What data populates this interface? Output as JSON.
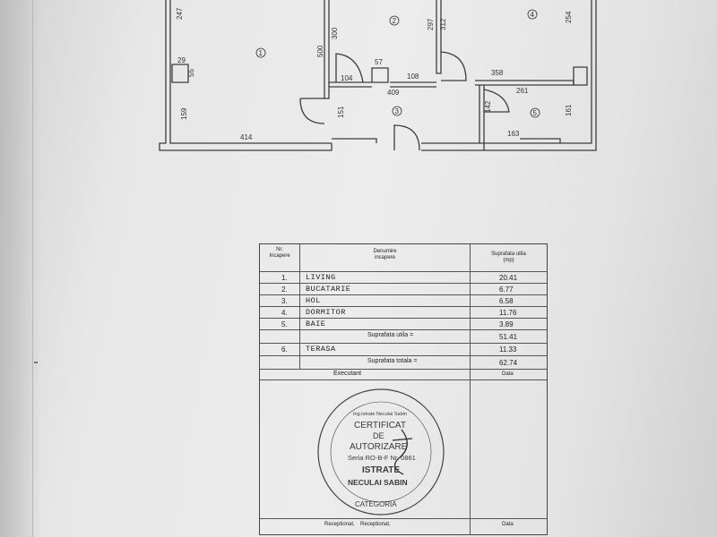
{
  "plan": {
    "dimensions": {
      "d247": "247",
      "d300": "300",
      "d297": "297",
      "d312": "312",
      "d254": "254",
      "d500": "500",
      "d57": "57",
      "d29": "29",
      "d55": "55",
      "d104": "104",
      "d108": "108",
      "d358": "358",
      "d409": "409",
      "d261": "261",
      "d159": "159",
      "d151": "151",
      "d142": "142",
      "d161": "161",
      "d414": "414",
      "d163": "163"
    },
    "room_numbers": {
      "r1": "1",
      "r2": "2",
      "r3": "3",
      "r4": "4",
      "r5": "5"
    }
  },
  "table": {
    "header": {
      "col1_line1": "Nr.",
      "col1_line2": "Incapere",
      "col2_line1": "Denumire",
      "col2_line2": "incapere",
      "col3_line1": "Suprafata utila",
      "col3_line2": "(mp)"
    },
    "rooms": [
      {
        "nr": "1.",
        "name": "LIVING",
        "area": "20.41"
      },
      {
        "nr": "2.",
        "name": "BUCATARIE",
        "area": "6.77"
      },
      {
        "nr": "3.",
        "name": "HOL",
        "area": "6.58"
      },
      {
        "nr": "4.",
        "name": "DORMITOR",
        "area": "11.76"
      },
      {
        "nr": "5.",
        "name": "BAIE",
        "area": "3.89"
      }
    ],
    "subtotal_label": "Suprafata utila =",
    "subtotal_value": "51.41",
    "terrace": {
      "nr": "6.",
      "name": "TERASA",
      "area": "11.33"
    },
    "total_label": "Suprafata totala =",
    "total_value": "62.74",
    "executant_label": "Executant",
    "data_label": "Data",
    "receptionat_1": "Receptionat,",
    "receptionat_2": "Receptionat,",
    "data_label_2": "Data"
  },
  "stamp": {
    "line1": "CERTIFICAT",
    "line2": "DE",
    "line3": "AUTORIZARE",
    "line4": "Seria RO-B-F Nr. 0861",
    "line5": "ISTRATE",
    "line6": "NECULAI SABIN",
    "line7": "CATEGORIA",
    "top_small": "Ing.Istrate Neculai Sabin"
  }
}
